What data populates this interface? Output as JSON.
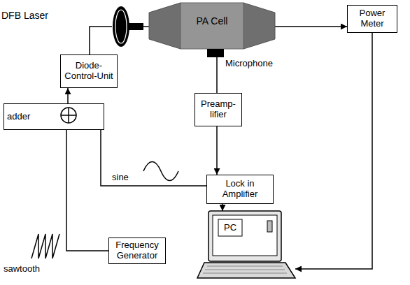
{
  "diagram": {
    "nodes": [
      {
        "text": [
          "DFB Laser"
        ]
      },
      {
        "text": [
          "PA Cell"
        ]
      },
      {
        "text": [
          "Power Meter"
        ]
      },
      {
        "text": [
          "Diode- Control-Unit"
        ]
      },
      {
        "text": [
          "Preamp- lifier"
        ]
      },
      {
        "text": [
          "adder"
        ]
      },
      {
        "text": [
          "Lock in Amplifier"
        ]
      },
      {
        "text": [
          "Frequency Generator"
        ]
      },
      {
        "text": [
          "PC"
        ]
      }
    ],
    "edges": [
      {
        "from": 3,
        "to": 0,
        "arrow": "none"
      },
      {
        "from": 0,
        "to": 1,
        "arrow": "none"
      },
      {
        "from": 1,
        "to": 2,
        "arrow": "to"
      },
      {
        "from": 1,
        "to": 4,
        "arrow": "none"
      },
      {
        "from": 4,
        "to": 6,
        "arrow": "to"
      },
      {
        "from": 6,
        "to": 5,
        "label": "sine",
        "arrow": "none"
      },
      {
        "from": 7,
        "to": 5,
        "arrow": "none"
      },
      {
        "from": 5,
        "to": 3,
        "arrow": "to"
      },
      {
        "from": 6,
        "to": 8,
        "arrow": "to"
      },
      {
        "from": 2,
        "to": 8,
        "arrow": "to"
      }
    ],
    "labels": [
      "Microphone",
      "sawtooth"
    ]
  }
}
